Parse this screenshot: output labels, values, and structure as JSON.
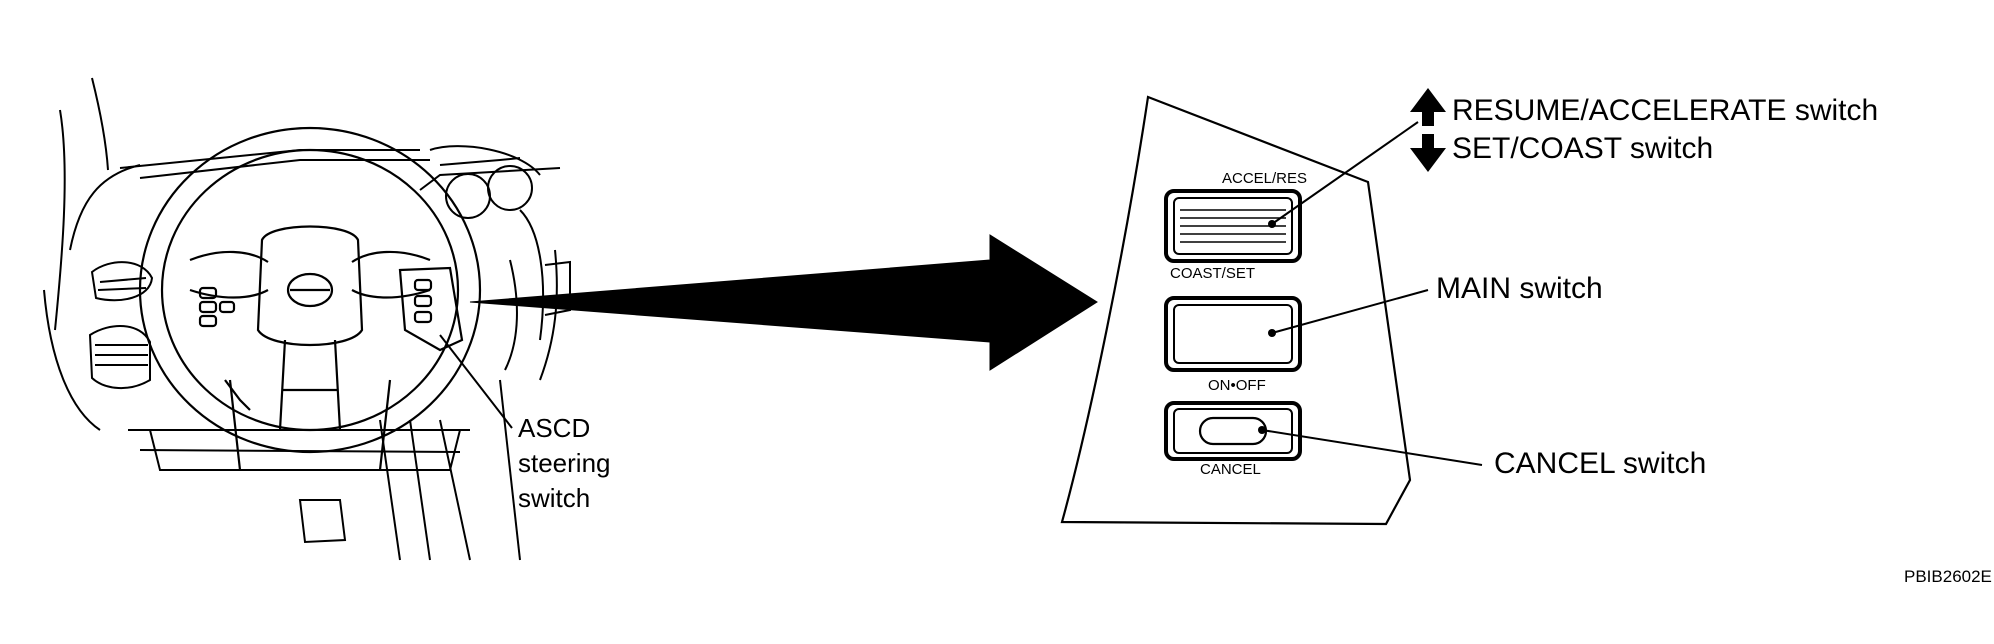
{
  "figure_code": "PBIB2602E",
  "left_callout": {
    "lines": [
      "ASCD",
      "steering",
      "switch"
    ]
  },
  "switch_panel": {
    "accel_res_label": "ACCEL/RES",
    "coast_set_label": "COAST/SET",
    "on_off_label": "ON•OFF",
    "cancel_label": "CANCEL"
  },
  "callouts": {
    "resume_accelerate": "RESUME/ACCELERATE switch",
    "set_coast": "SET/COAST switch",
    "main": "MAIN switch",
    "cancel": "CANCEL switch"
  }
}
